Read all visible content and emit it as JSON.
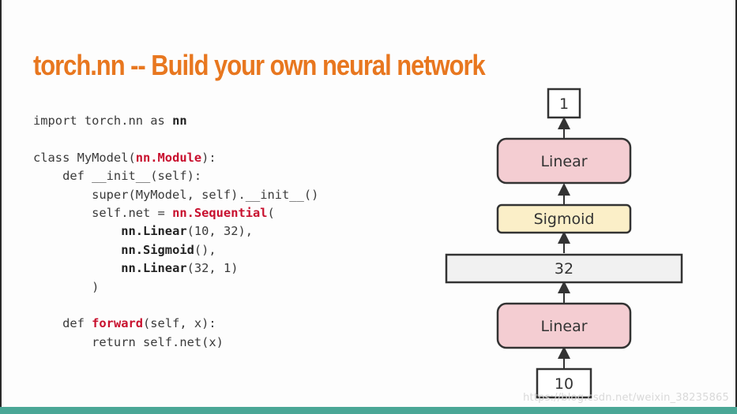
{
  "title": "torch.nn -- Build your own neural network",
  "code": {
    "l1": {
      "a": "import torch.nn as ",
      "b": "nn"
    },
    "l3": {
      "a": "class MyModel(",
      "h": "nn.Module",
      "c": "):"
    },
    "l4": "    def __init__(self):",
    "l5": "        super(MyModel, self).__init__()",
    "l6": {
      "a": "        self.net = ",
      "h": "nn.Sequential",
      "c": "("
    },
    "l7": {
      "pad": "            ",
      "b": "nn.Linear",
      "c": "(10, 32),"
    },
    "l8": {
      "pad": "            ",
      "b": "nn.Sigmoid",
      "c": "(),"
    },
    "l9": {
      "pad": "            ",
      "b": "nn.Linear",
      "c": "(32, 1)"
    },
    "l10": "        )",
    "l12": {
      "a": "    def ",
      "h": "forward",
      "c": "(self, x):"
    },
    "l13": "        return self.net(x)"
  },
  "diagram": {
    "output": "1",
    "linear_top": "Linear",
    "sigmoid": "Sigmoid",
    "hidden": "32",
    "linear_bottom": "Linear",
    "input": "10",
    "colors": {
      "linear_fill": "#f4cdd2",
      "sigmoid_fill": "#fbefc8",
      "hidden_fill": "#f1f1f1",
      "io_fill": "#ffffff",
      "stroke": "#333333"
    }
  },
  "watermark": "https://blog.csdn.net/weixin_38235865",
  "colors": {
    "title": "#e8771f",
    "keyword_highlight": "#c8102e",
    "bottom_bar": "#4aa796"
  }
}
